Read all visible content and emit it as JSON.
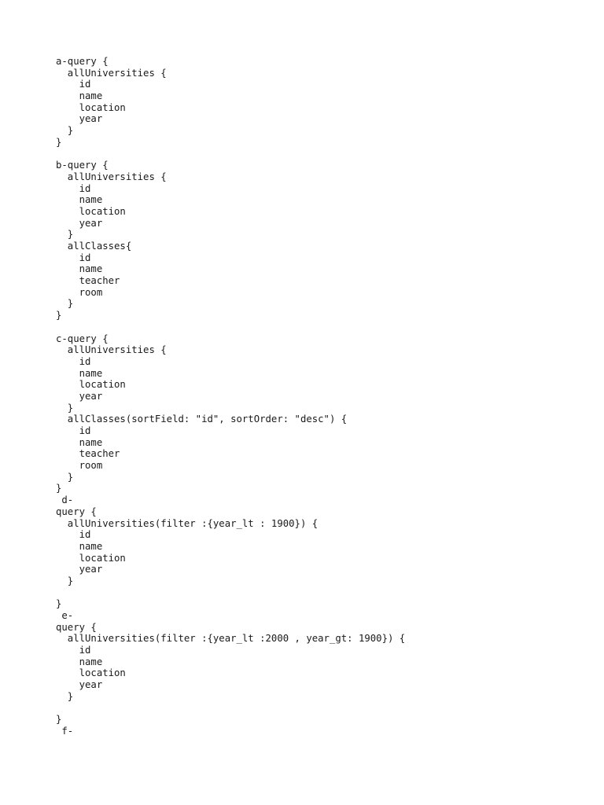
{
  "document": {
    "lines": [
      "a-query {",
      "  allUniversities {",
      "    id",
      "    name",
      "    location",
      "    year",
      "  }",
      "}",
      "",
      "b-query {",
      "  allUniversities {",
      "    id",
      "    name",
      "    location",
      "    year",
      "  }",
      "  allClasses{",
      "    id",
      "    name",
      "    teacher",
      "    room",
      "  }",
      "}",
      "",
      "c-query {",
      "  allUniversities {",
      "    id",
      "    name",
      "    location",
      "    year",
      "  }",
      "  allClasses(sortField: \"id\", sortOrder: \"desc\") {",
      "    id",
      "    name",
      "    teacher",
      "    room",
      "  }",
      "}",
      " d-",
      "query {",
      "  allUniversities(filter :{year_lt : 1900}) {",
      "    id",
      "    name",
      "    location",
      "    year",
      "  }",
      "",
      "}",
      " e-",
      "query {",
      "  allUniversities(filter :{year_lt :2000 , year_gt: 1900}) {",
      "    id",
      "    name",
      "    location",
      "    year",
      "  }",
      "",
      "}",
      " f-"
    ]
  }
}
